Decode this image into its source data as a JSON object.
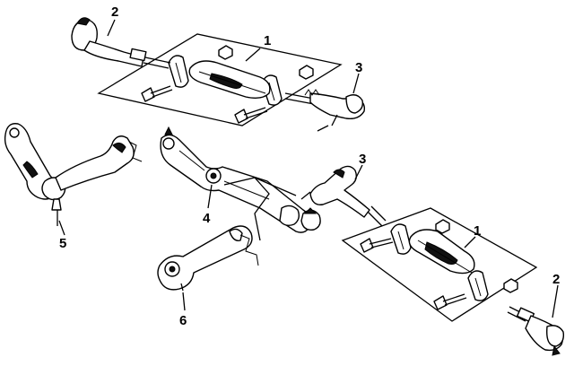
{
  "callouts": {
    "c1a": "1",
    "c1b": "1",
    "c2a": "2",
    "c2b": "2",
    "c3a": "3",
    "c3b": "3",
    "c4": "4",
    "c5": "5",
    "c6": "6"
  }
}
